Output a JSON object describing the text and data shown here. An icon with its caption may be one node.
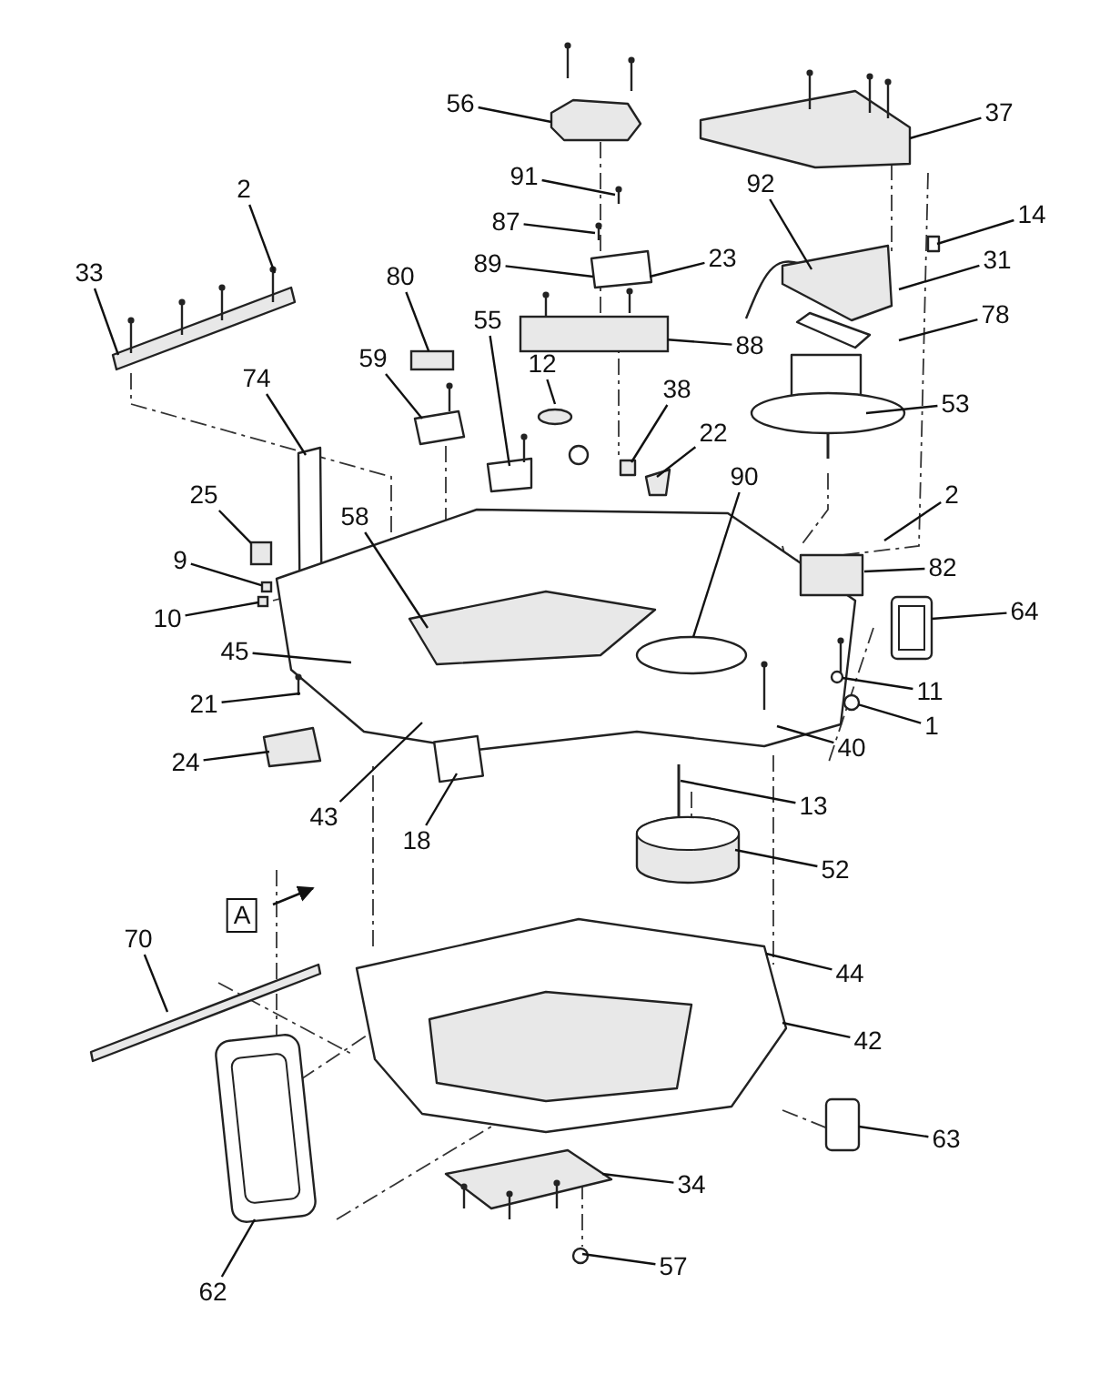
{
  "diagram": {
    "nodes": [
      {
        "text": [
          "56"
        ]
      },
      {
        "text": [
          "37"
        ]
      },
      {
        "text": [
          "91"
        ]
      },
      {
        "text": [
          "92"
        ]
      },
      {
        "text": [
          "2"
        ]
      },
      {
        "text": [
          "14"
        ]
      },
      {
        "text": [
          "87"
        ]
      },
      {
        "text": [
          "23"
        ]
      },
      {
        "text": [
          "89"
        ]
      },
      {
        "text": [
          "33"
        ]
      },
      {
        "text": [
          "31"
        ]
      },
      {
        "text": [
          "80"
        ]
      },
      {
        "text": [
          "55"
        ]
      },
      {
        "text": [
          "78"
        ]
      },
      {
        "text": [
          "88"
        ]
      },
      {
        "text": [
          "59"
        ]
      },
      {
        "text": [
          "12"
        ]
      },
      {
        "text": [
          "74"
        ]
      },
      {
        "text": [
          "38"
        ]
      },
      {
        "text": [
          "53"
        ]
      },
      {
        "text": [
          "22"
        ]
      },
      {
        "text": [
          "90"
        ]
      },
      {
        "text": [
          "2"
        ]
      },
      {
        "text": [
          "25"
        ]
      },
      {
        "text": [
          "58"
        ]
      },
      {
        "text": [
          "9"
        ]
      },
      {
        "text": [
          "82"
        ]
      },
      {
        "text": [
          "64"
        ]
      },
      {
        "text": [
          "10"
        ]
      },
      {
        "text": [
          "45"
        ]
      },
      {
        "text": [
          "11"
        ]
      },
      {
        "text": [
          "21"
        ]
      },
      {
        "text": [
          "1"
        ]
      },
      {
        "text": [
          "40"
        ]
      },
      {
        "text": [
          "24"
        ]
      },
      {
        "text": [
          "13"
        ]
      },
      {
        "text": [
          "43"
        ]
      },
      {
        "text": [
          "18"
        ]
      },
      {
        "text": [
          "52"
        ]
      },
      {
        "text": [
          "A"
        ]
      },
      {
        "text": [
          "70"
        ]
      },
      {
        "text": [
          "44"
        ]
      },
      {
        "text": [
          "42"
        ]
      },
      {
        "text": [
          "63"
        ]
      },
      {
        "text": [
          "34"
        ]
      },
      {
        "text": [
          "57"
        ]
      },
      {
        "text": [
          "62"
        ]
      },
      {
        "text": [],
        "shape": "box"
      },
      {
        "text": [],
        "shape": "box"
      },
      {
        "text": [],
        "shape": "circle"
      },
      {
        "text": [],
        "shape": "box"
      },
      {
        "text": [],
        "shape": "box"
      },
      {
        "text": [],
        "shape": "circle"
      },
      {
        "text": [],
        "shape": "box"
      }
    ],
    "edges": [
      {
        "from": 0,
        "to": null,
        "arrow": "none"
      },
      {
        "from": 1,
        "to": null,
        "arrow": "none"
      },
      {
        "from": 2,
        "to": null,
        "arrow": "none"
      },
      {
        "from": 3,
        "to": null,
        "arrow": "none"
      },
      {
        "from": 4,
        "to": null,
        "arrow": "none"
      },
      {
        "from": 5,
        "to": null,
        "arrow": "none"
      },
      {
        "from": 6,
        "to": null,
        "arrow": "none"
      },
      {
        "from": 7,
        "to": null,
        "arrow": "none"
      },
      {
        "from": 8,
        "to": null,
        "arrow": "none"
      },
      {
        "from": 9,
        "to": null,
        "arrow": "none"
      },
      {
        "from": 10,
        "to": null,
        "arrow": "none"
      },
      {
        "from": 11,
        "to": 47,
        "arrow": "none"
      },
      {
        "from": 12,
        "to": null,
        "arrow": "none"
      },
      {
        "from": 13,
        "to": null,
        "arrow": "none"
      },
      {
        "from": 14,
        "to": 50,
        "arrow": "none"
      },
      {
        "from": 15,
        "to": null,
        "arrow": "none"
      },
      {
        "from": 16,
        "to": null,
        "arrow": "none"
      },
      {
        "from": 17,
        "to": null,
        "arrow": "none"
      },
      {
        "from": 18,
        "to": null,
        "arrow": "none"
      },
      {
        "from": 19,
        "to": null,
        "arrow": "none"
      },
      {
        "from": 20,
        "to": null,
        "arrow": "none"
      },
      {
        "from": 21,
        "to": null,
        "arrow": "none"
      },
      {
        "from": 22,
        "to": null,
        "arrow": "none"
      },
      {
        "from": 23,
        "to": 53,
        "arrow": "none"
      },
      {
        "from": 24,
        "to": null,
        "arrow": "none"
      },
      {
        "from": 25,
        "to": 51,
        "arrow": "none"
      },
      {
        "from": 26,
        "to": null,
        "arrow": "none"
      },
      {
        "from": 27,
        "to": null,
        "arrow": "none"
      },
      {
        "from": 28,
        "to": 48,
        "arrow": "none"
      },
      {
        "from": 29,
        "to": null,
        "arrow": "none"
      },
      {
        "from": 30,
        "to": 52,
        "arrow": "none"
      },
      {
        "from": 31,
        "to": null,
        "arrow": "none"
      },
      {
        "from": 32,
        "to": 49,
        "arrow": "none"
      },
      {
        "from": 33,
        "to": null,
        "arrow": "none"
      },
      {
        "from": 34,
        "to": null,
        "arrow": "none"
      },
      {
        "from": 35,
        "to": null,
        "arrow": "none"
      },
      {
        "from": 36,
        "to": null,
        "arrow": "none"
      },
      {
        "from": 37,
        "to": null,
        "arrow": "none"
      },
      {
        "from": 38,
        "to": null,
        "arrow": "none"
      },
      {
        "from": 40,
        "to": null,
        "arrow": "none"
      },
      {
        "from": 41,
        "to": null,
        "arrow": "none"
      },
      {
        "from": 42,
        "to": null,
        "arrow": "none"
      },
      {
        "from": 43,
        "to": null,
        "arrow": "none"
      },
      {
        "from": 44,
        "to": null,
        "arrow": "none"
      },
      {
        "from": 45,
        "to": null,
        "arrow": "none"
      },
      {
        "from": 46,
        "to": null,
        "arrow": "none"
      }
    ]
  }
}
